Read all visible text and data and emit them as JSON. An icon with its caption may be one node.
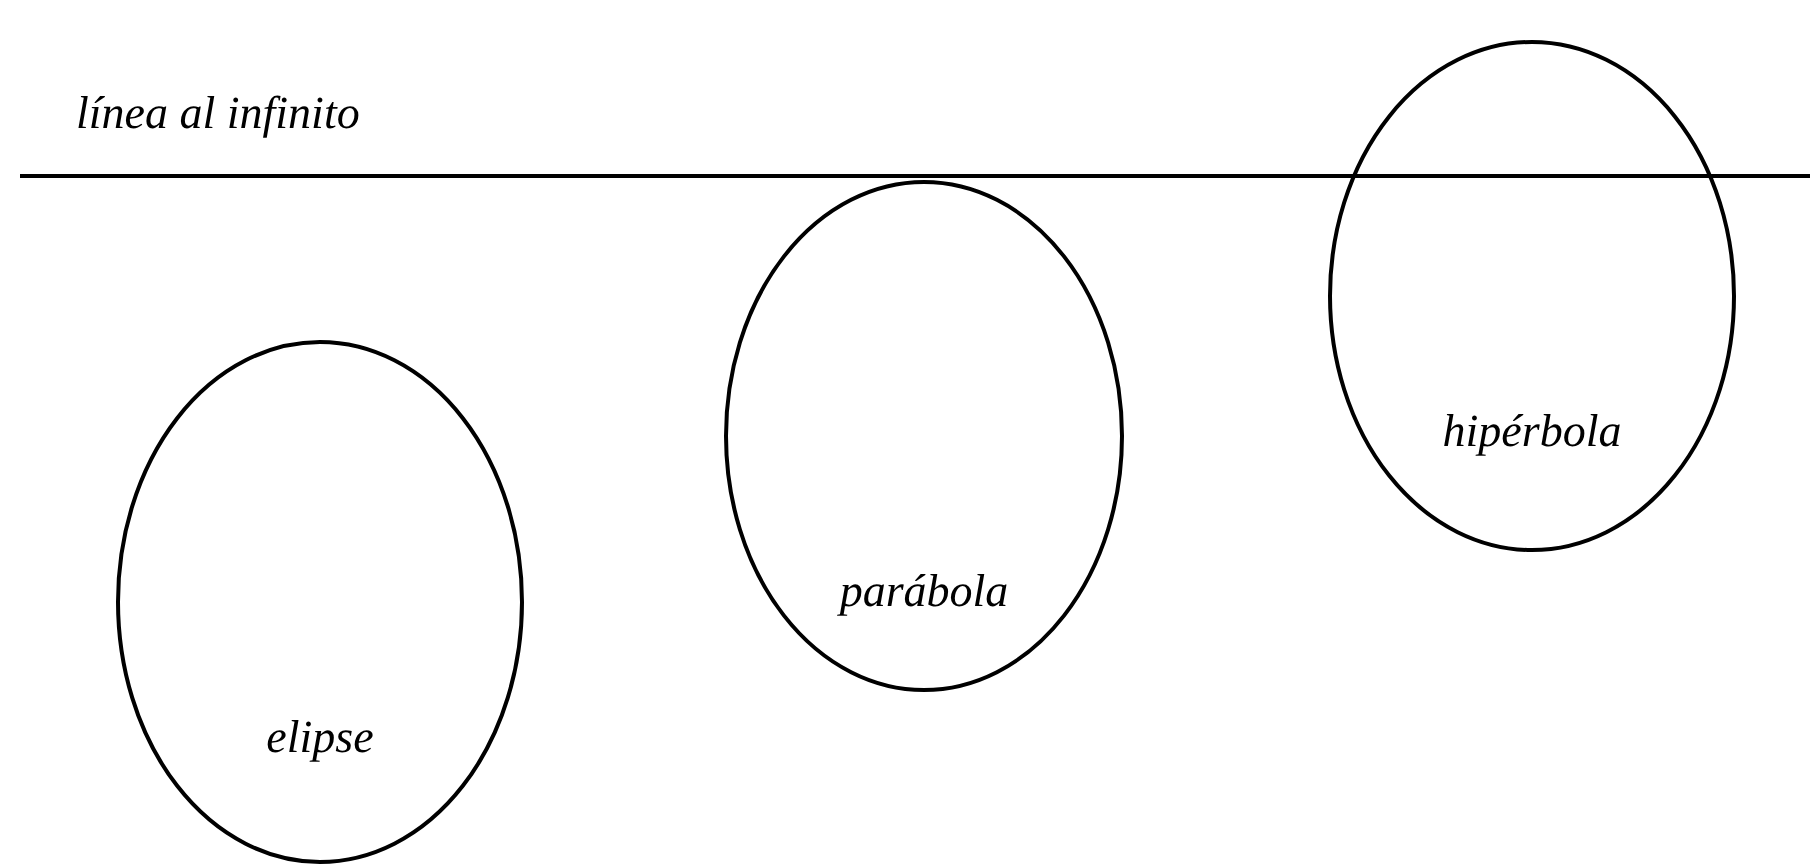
{
  "diagram": {
    "nodes": [
      {
        "text": [
          "elipse"
        ]
      },
      {
        "text": [
          "parábola"
        ]
      },
      {
        "text": [
          "hipérbola"
        ]
      }
    ],
    "labels": [
      "línea al infinito"
    ]
  }
}
